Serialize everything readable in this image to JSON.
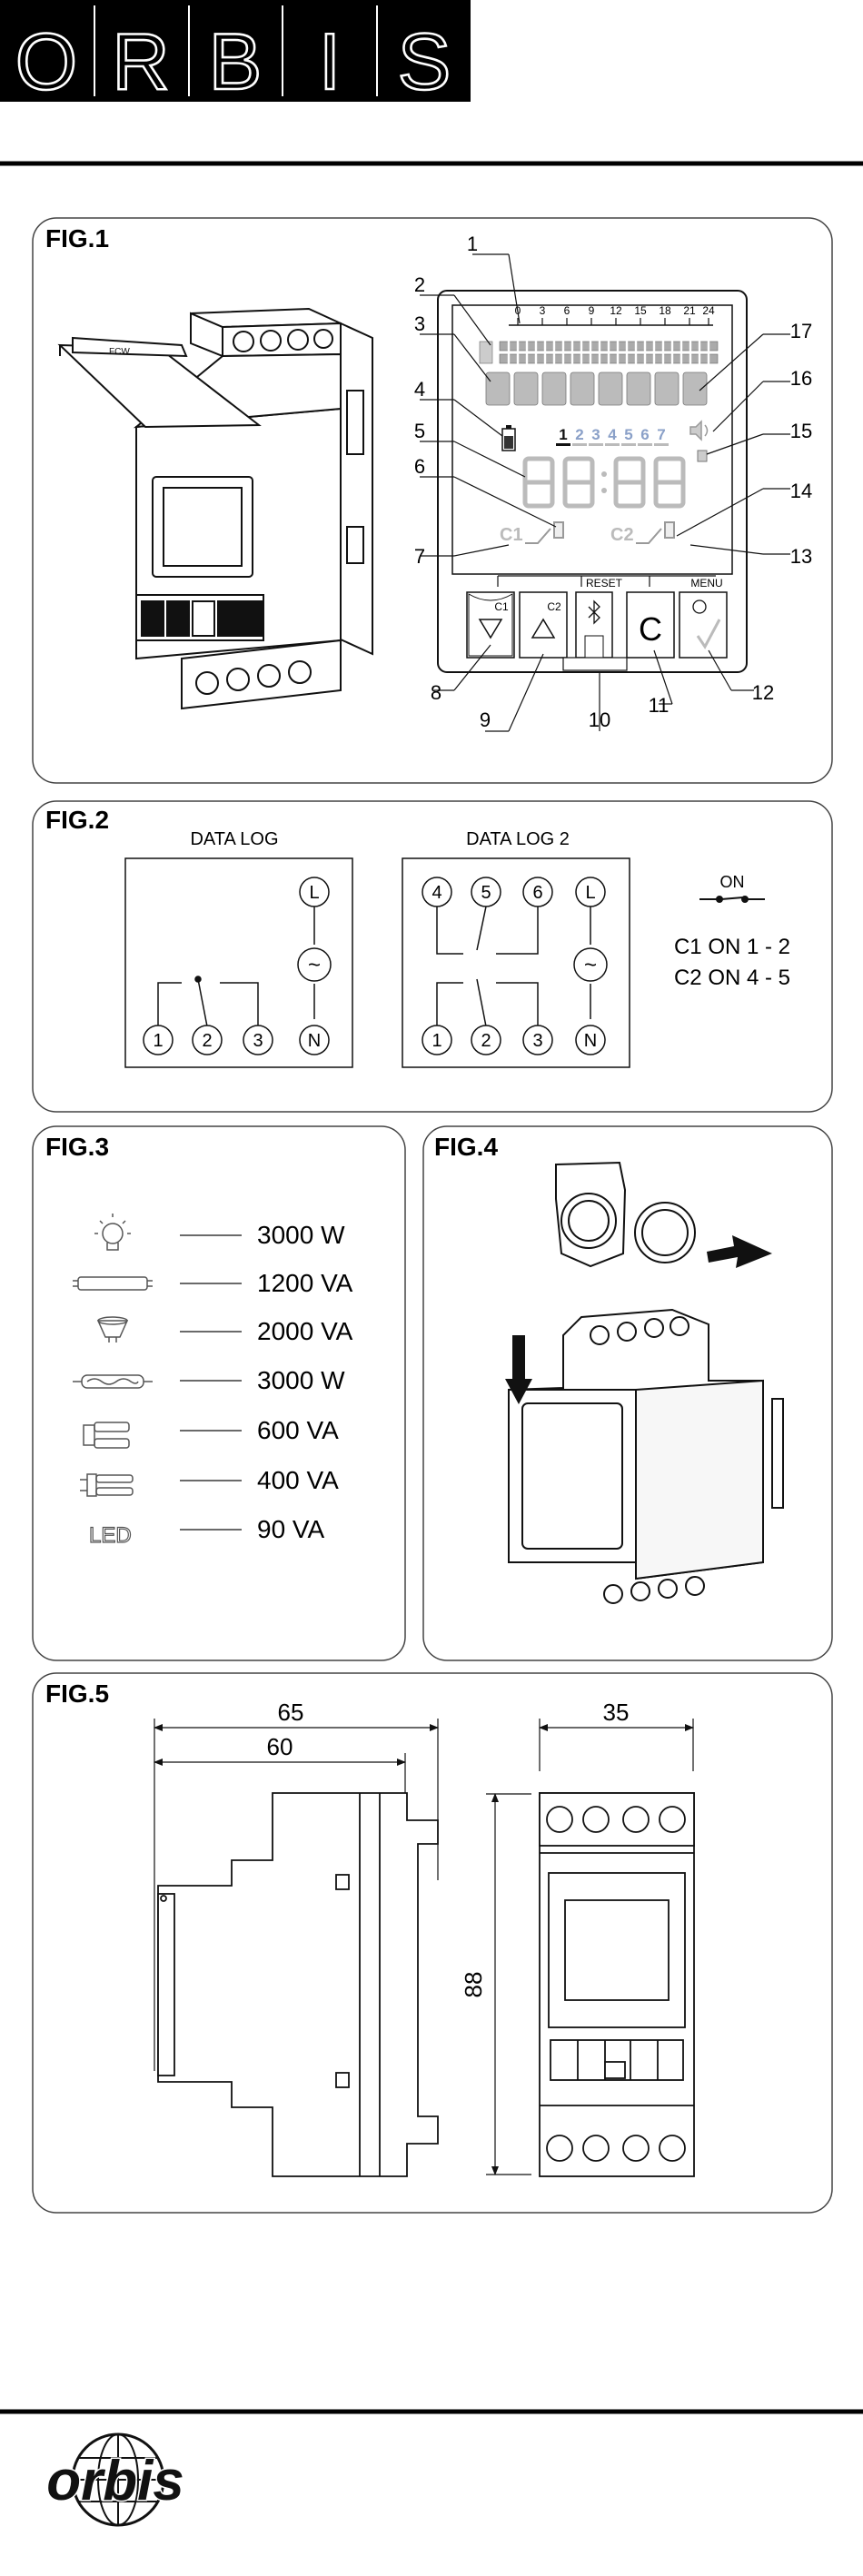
{
  "brand": {
    "letters": [
      "O",
      "R",
      "B",
      "I",
      "S"
    ],
    "logo_text": "orbis"
  },
  "fig1": {
    "title": "FIG.1",
    "hour_ticks": [
      "0",
      "3",
      "6",
      "9",
      "12",
      "15",
      "18",
      "21",
      "24"
    ],
    "callouts": [
      "1",
      "2",
      "3",
      "4",
      "5",
      "6",
      "7",
      "8",
      "9",
      "10",
      "11",
      "12",
      "13",
      "14",
      "15",
      "16",
      "17"
    ],
    "days": [
      "1",
      "2",
      "3",
      "4",
      "5",
      "6",
      "7"
    ],
    "channel_labels": [
      "C1",
      "C2"
    ],
    "reset_label": "RESET",
    "menu_label": "MENU",
    "button_labels": [
      "C1",
      "C2",
      "C"
    ]
  },
  "fig2": {
    "title": "FIG.2",
    "diagram1_title": "DATA LOG",
    "diagram2_title": "DATA LOG 2",
    "d1_terminals": [
      "1",
      "2",
      "3",
      "L",
      "~",
      "N"
    ],
    "d2_terminals": [
      "4",
      "5",
      "6",
      "1",
      "2",
      "3",
      "L",
      "~",
      "N"
    ],
    "on_label": "ON",
    "legend": [
      "C1 ON 1 - 2",
      "C2 ON 4 - 5"
    ]
  },
  "fig3": {
    "title": "FIG.3",
    "loads": [
      {
        "icon": "incandescent-bulb-icon",
        "value": "3000 W"
      },
      {
        "icon": "fluorescent-tube-icon",
        "value": "1200 VA"
      },
      {
        "icon": "halogen-spot-icon",
        "value": "2000 VA"
      },
      {
        "icon": "halogen-linear-icon",
        "value": "3000 W"
      },
      {
        "icon": "compact-fluorescent-icon",
        "value": "600 VA"
      },
      {
        "icon": "pl-lamp-icon",
        "value": "400 VA"
      },
      {
        "icon": "led-icon",
        "value": "90 VA"
      }
    ],
    "led_text": "LED"
  },
  "fig4": {
    "title": "FIG.4"
  },
  "fig5": {
    "title": "FIG.5",
    "dims": {
      "depth_total": "65",
      "depth_body": "60",
      "width": "35",
      "height": "88"
    }
  }
}
